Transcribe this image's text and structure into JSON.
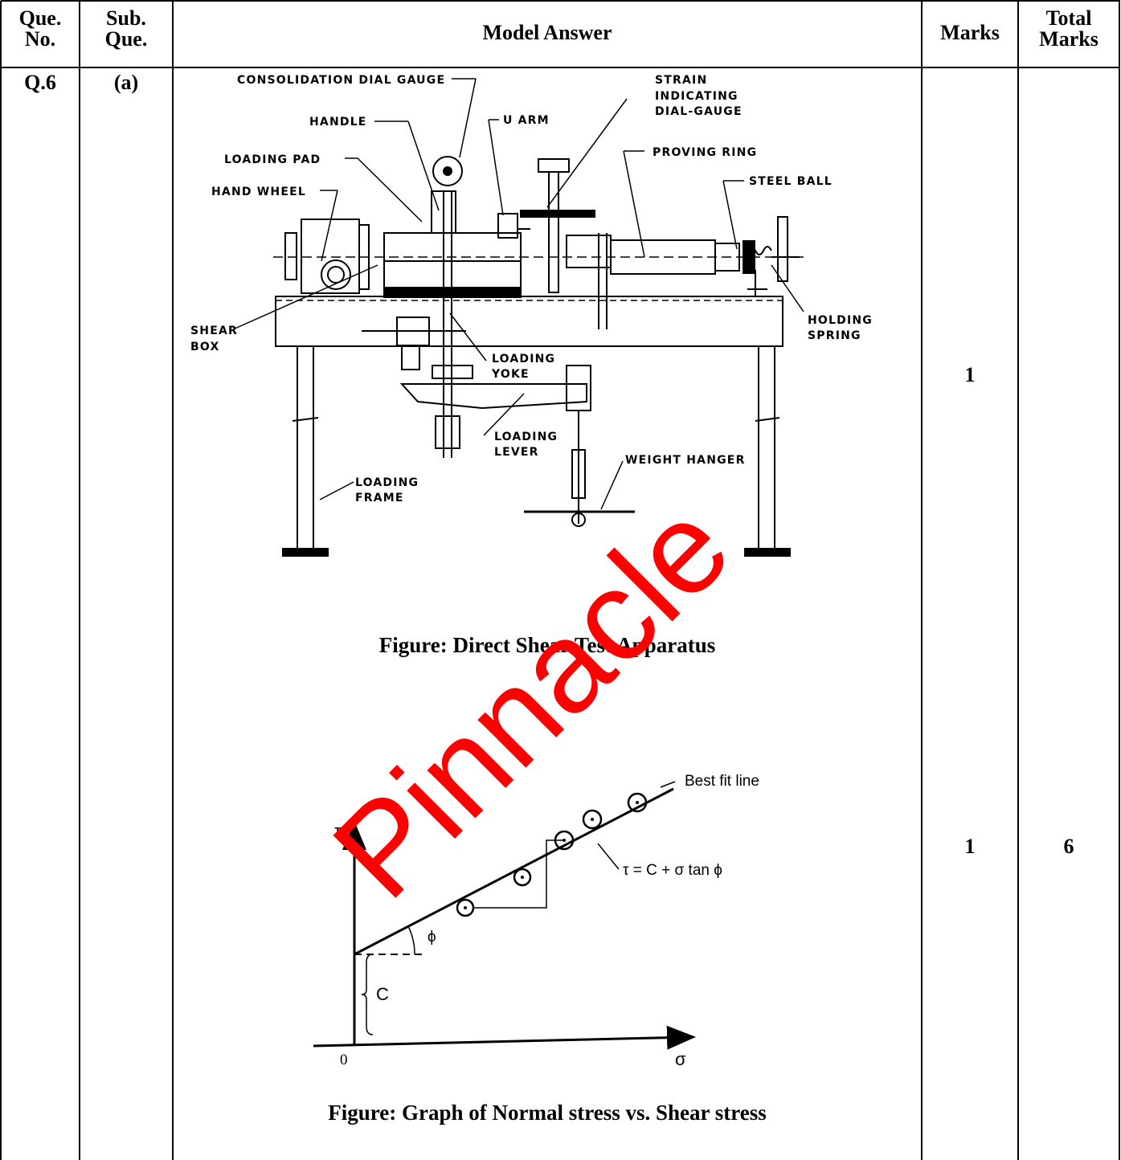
{
  "header": {
    "que_no": "Que. No.",
    "sub_que": "Sub. Que.",
    "model_answer": "Model Answer",
    "marks": "Marks",
    "total_marks": "Total Marks"
  },
  "row": {
    "que_no": "Q.6",
    "sub_que": "(a)",
    "marks_1": "1",
    "marks_2": "1",
    "total": "6"
  },
  "figure1": {
    "caption": "Figure: Direct Shear Test Apparatus",
    "labels": {
      "consolidation_dial_gauge": "CONSOLIDATION DIAL GAUGE",
      "strain_1": "STRAIN",
      "strain_2": "INDICATING",
      "strain_3": "DIAL-GAUGE",
      "handle": "HANDLE",
      "u_arm": "U ARM",
      "loading_pad": "LOADING PAD",
      "proving_ring": "PROVING RING",
      "hand_wheel": "HAND WHEEL",
      "steel_ball": "STEEL BALL",
      "shear_box_1": "SHEAR",
      "shear_box_2": "BOX",
      "holding_spring_1": "HOLDING",
      "holding_spring_2": "SPRING",
      "loading_yoke_1": "LOADING",
      "loading_yoke_2": "YOKE",
      "loading_lever_1": "LOADING",
      "loading_lever_2": "LEVER",
      "weight_hanger": "WEIGHT HANGER",
      "loading_frame_1": "LOADING",
      "loading_frame_2": "FRAME"
    }
  },
  "figure2": {
    "caption": "Figure: Graph of Normal stress vs. Shear stress",
    "labels": {
      "best_fit": "Best fit line",
      "equation": "τ = C + σ tan ϕ",
      "tau": "τ",
      "sigma": "σ",
      "origin": "0",
      "c": "C",
      "phi": "ϕ"
    }
  },
  "watermark": "Pinnacle",
  "colors": {
    "watermark": "#ff0000",
    "ink": "#000000"
  }
}
